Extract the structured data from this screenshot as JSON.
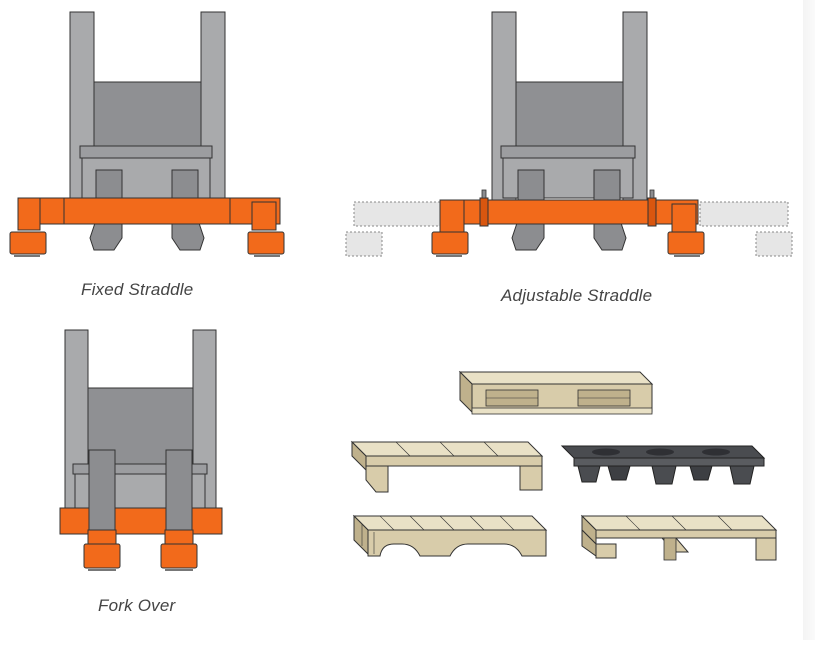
{
  "captions": {
    "fixed_straddle": "Fixed Straddle",
    "adjustable_straddle": "Adjustable Straddle",
    "fork_over": "Fork Over"
  },
  "colors": {
    "mast": "#a9aaac",
    "mast_dark": "#8e8f92",
    "panel": "#8f9093",
    "fork": "#8c8d90",
    "leg": "#f26a1b",
    "leg_dark": "#d9560f",
    "outline": "#333333",
    "ghost": "#e6e6e6",
    "wood_light": "#e9e1c6",
    "wood_mid": "#d8ccaa",
    "wood_dark": "#bfb18c",
    "plastic": "#4a4c50",
    "plastic_dark": "#2f3034"
  },
  "icons": [
    "fixed-straddle-icon",
    "adjustable-straddle-icon",
    "fork-over-icon",
    "pallet-icon",
    "plastic-pallet-icon"
  ]
}
